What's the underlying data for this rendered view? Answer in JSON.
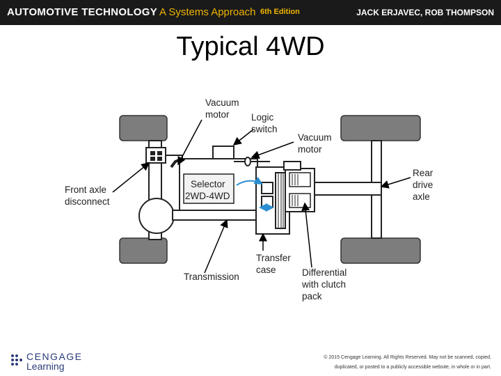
{
  "header": {
    "book_title": "AUTOMOTIVE TECHNOLOGY",
    "book_subtitle": "A Systems Approach",
    "edition": "6th Edition",
    "authors": "JACK ERJAVEC, ROB THOMPSON"
  },
  "slide": {
    "title": "Typical 4WD"
  },
  "diagram": {
    "labels": {
      "vacuum_motor_left_1": "Vacuum",
      "vacuum_motor_left_2": "motor",
      "logic_switch_1": "Logic",
      "logic_switch_2": "switch",
      "vacuum_motor_right_1": "Vacuum",
      "vacuum_motor_right_2": "motor",
      "front_axle_1": "Front axle",
      "front_axle_2": "disconnect",
      "selector_1": "Selector",
      "selector_2": "2WD-4WD",
      "rear_axle_1": "Rear",
      "rear_axle_2": "drive",
      "rear_axle_3": "axle",
      "transfer_case_1": "Transfer",
      "transfer_case_2": "case",
      "transmission": "Transmission",
      "differential_1": "Differential",
      "differential_2": "with clutch",
      "differential_3": "pack"
    }
  },
  "footer": {
    "brand_line1": "CENGAGE",
    "brand_line2": "Learning",
    "copyright_1": "© 2015 Cengage Learning. All Rights Reserved. May not be scanned, copied,",
    "copyright_2": "duplicated, or posted to a publicly accessible website, in whole or in part."
  }
}
